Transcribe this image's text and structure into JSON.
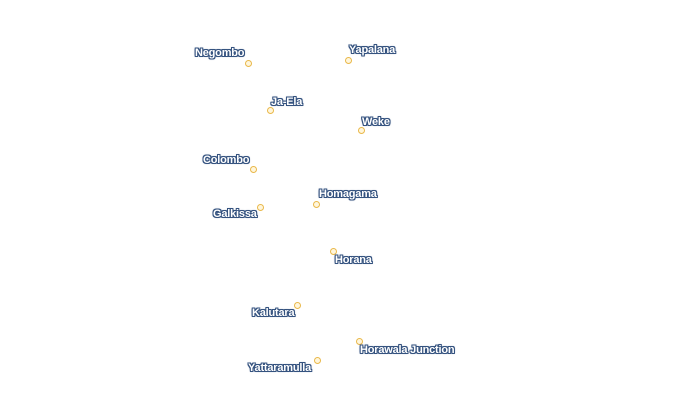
{
  "map": {
    "marker_fill": "#fff6dc",
    "marker_stroke": "#e9b84a",
    "label_text_color": "#ffffff",
    "label_halo_color": "#34527f",
    "places": [
      {
        "name": "Negombo"
      },
      {
        "name": "Yapalana"
      },
      {
        "name": "Ja-Ela"
      },
      {
        "name": "Weke"
      },
      {
        "name": "Colombo"
      },
      {
        "name": "Homagama"
      },
      {
        "name": "Galkissa"
      },
      {
        "name": "Horana"
      },
      {
        "name": "Kalutara"
      },
      {
        "name": "Horawala Junction"
      },
      {
        "name": "Yattaramulla"
      }
    ]
  }
}
